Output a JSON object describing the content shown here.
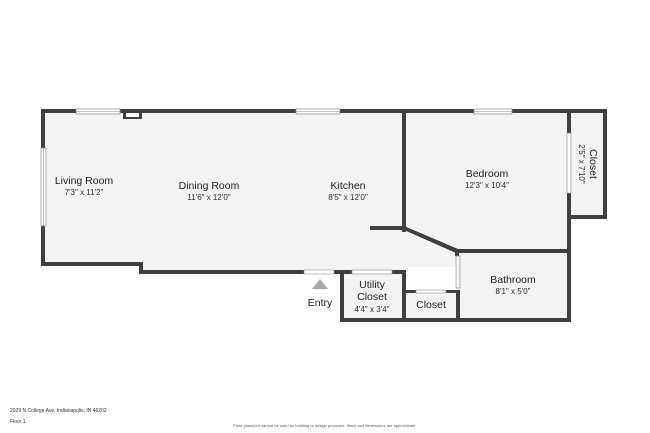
{
  "rooms": {
    "living_room": {
      "name": "Living Room",
      "dims": "7'3\" x 11'2\""
    },
    "dining_room": {
      "name": "Dining Room",
      "dims": "11'6\" x 12'0\""
    },
    "kitchen": {
      "name": "Kitchen",
      "dims": "8'5\" x 12'0\""
    },
    "bedroom": {
      "name": "Bedroom",
      "dims": "12'3\" x 10'4\""
    },
    "closet_bedroom": {
      "name": "Closet",
      "dims": "2'5\" x 7'10\""
    },
    "bathroom": {
      "name": "Bathroom",
      "dims": "8'1\" x 5'0\""
    },
    "utility_closet": {
      "name_line1": "Utility",
      "name_line2": "Closet",
      "dims": "4'4\" x 3'4\""
    },
    "closet_hall": {
      "name": "Closet"
    }
  },
  "entry": {
    "label": "Entry"
  },
  "footer": {
    "address": "2029 N College Ave, Indianapolis, IN 46202",
    "floor": "Floor 1",
    "disclaimer": "Floor plans/our cannot be used for building or design purposes. Sizes and dimensions are approximate."
  },
  "colors": {
    "wall": "#3f3f3f",
    "floor": "#f3f3f3",
    "text": "#1e1e1e"
  }
}
